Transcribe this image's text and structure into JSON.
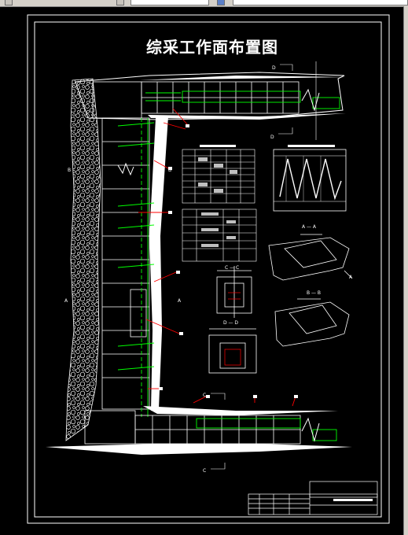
{
  "drawing": {
    "title": "综采工作面布置图",
    "section_labels": {
      "a": "A",
      "aa": "A — A",
      "b": "B",
      "bb": "B — B",
      "c": "C",
      "cc": "C — C",
      "d": "D",
      "dd": "D — D"
    }
  },
  "colors": {
    "background": "#000000",
    "linework": "#ffffff",
    "support": "#00ff00",
    "annotation": "#ff0000",
    "chrome": "#d4d0c8"
  }
}
